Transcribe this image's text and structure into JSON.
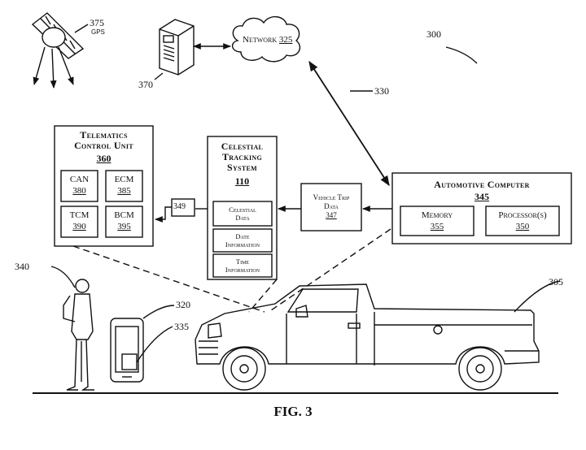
{
  "figure_label": "FIG. 3",
  "refs": {
    "system": "300",
    "gps_ref": "375",
    "gps_text": "GPS",
    "server": "370",
    "network_label": "Network",
    "network_num": "325",
    "link": "330",
    "phone": "320",
    "app": "335",
    "person": "340",
    "vehicle": "305",
    "connector": "349"
  },
  "tcu": {
    "title_line1": "Telematics",
    "title_line2": "Control Unit",
    "number": "360",
    "modules": [
      {
        "name": "CAN",
        "num": "380"
      },
      {
        "name": "ECM",
        "num": "385"
      },
      {
        "name": "TCM",
        "num": "390"
      },
      {
        "name": "BCM",
        "num": "395"
      }
    ]
  },
  "cts": {
    "title_line1": "Celestial",
    "title_line2": "Tracking",
    "title_line3": "System",
    "number": "110",
    "items": [
      {
        "line1": "Celestial",
        "line2": "Data"
      },
      {
        "line1": "Date",
        "line2": "Information"
      },
      {
        "line1": "Time",
        "line2": "Information"
      }
    ]
  },
  "trip": {
    "line1": "Vehicle Trip",
    "line2": "Data",
    "number": "347"
  },
  "auto": {
    "title": "Automotive Computer",
    "number": "345",
    "memory": {
      "name": "Memory",
      "num": "355"
    },
    "processor": {
      "name": "Processor(s)",
      "num": "350"
    }
  }
}
